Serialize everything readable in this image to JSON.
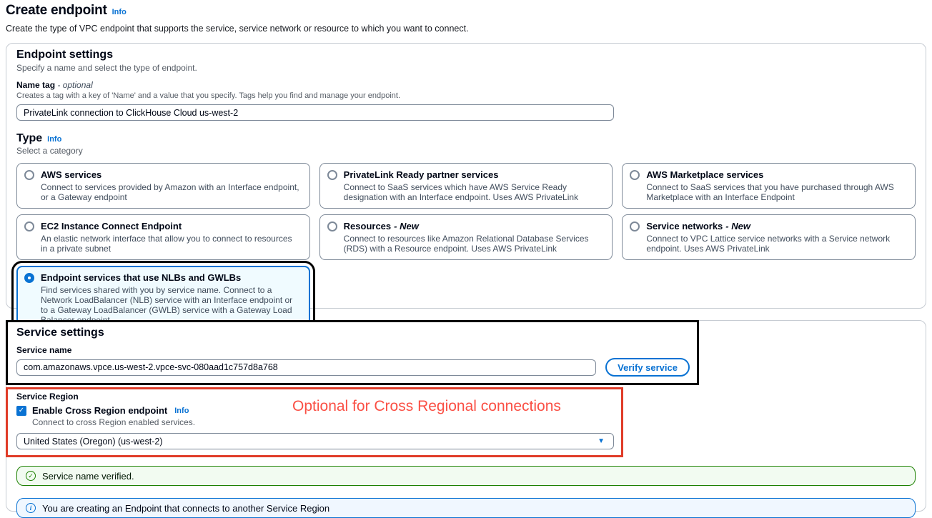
{
  "page": {
    "title": "Create endpoint",
    "title_info": "Info",
    "subtitle": "Create the type of VPC endpoint that supports the service, service network or resource to which you want to connect."
  },
  "endpoint_settings": {
    "heading": "Endpoint settings",
    "description": "Specify a name and select the type of endpoint.",
    "name_tag": {
      "label": "Name tag",
      "label_suffix": "- optional",
      "help": "Creates a tag with a key of 'Name' and a value that you specify. Tags help you find and manage your endpoint.",
      "value": "PrivateLink connection to ClickHouse Cloud us-west-2"
    },
    "type": {
      "heading": "Type",
      "info": "Info",
      "description": "Select a category",
      "cards": [
        {
          "title": "AWS services",
          "suffix": "",
          "description": "Connect to services provided by Amazon with an Interface endpoint, or a Gateway endpoint",
          "selected": false
        },
        {
          "title": "PrivateLink Ready partner services",
          "suffix": "",
          "description": "Connect to SaaS services which have AWS Service Ready designation with an Interface endpoint. Uses AWS PrivateLink",
          "selected": false
        },
        {
          "title": "AWS Marketplace services",
          "suffix": "",
          "description": "Connect to SaaS services that you have purchased through AWS Marketplace with an Interface Endpoint",
          "selected": false
        },
        {
          "title": "EC2 Instance Connect Endpoint",
          "suffix": "",
          "description": "An elastic network interface that allow you to connect to resources in a private subnet",
          "selected": false
        },
        {
          "title": "Resources",
          "suffix": "- New",
          "description": "Connect to resources like Amazon Relational Database Services (RDS) with a Resource endpoint. Uses AWS PrivateLink",
          "selected": false
        },
        {
          "title": "Service networks",
          "suffix": "- New",
          "description": "Connect to VPC Lattice service networks with a Service network endpoint. Uses AWS PrivateLink",
          "selected": false
        },
        {
          "title": "Endpoint services that use NLBs and GWLBs",
          "suffix": "",
          "description": "Find services shared with you by service name. Connect to a Network LoadBalancer (NLB) service with an Interface endpoint or to a Gateway LoadBalancer (GWLB) service with a Gateway Load Balancer endpoint",
          "selected": true
        }
      ]
    }
  },
  "service_settings": {
    "heading": "Service settings",
    "service_name": {
      "label": "Service name",
      "value": "com.amazonaws.vpce.us-west-2.vpce-svc-080aad1c757d8a768"
    },
    "verify_button": "Verify service",
    "service_region": {
      "label": "Service Region",
      "checkbox_label": "Enable Cross Region endpoint",
      "checkbox_info": "Info",
      "checkbox_checked": true,
      "checkbox_help": "Connect to cross Region enabled services.",
      "region_value": "United States (Oregon) (us-west-2)"
    },
    "success_banner": "Service name verified.",
    "info_banner": "You are creating an Endpoint that connects to another Service Region"
  },
  "annotations": {
    "cross_region_note": "Optional for Cross Regional connections"
  },
  "icons": {
    "check": "✓",
    "info_glyph": "i",
    "dropdown_caret": "▼"
  },
  "colors": {
    "accent_blue": "#0972d3",
    "selected_tile_bg": "#f0fbff",
    "success_green": "#1d8102",
    "success_banner_bg": "#f2fbf1",
    "info_banner_bg": "#f0f7ff",
    "annotation_red_border": "#e03c28",
    "annotation_red_text": "#fa4f44",
    "annotation_black": "#000000"
  }
}
